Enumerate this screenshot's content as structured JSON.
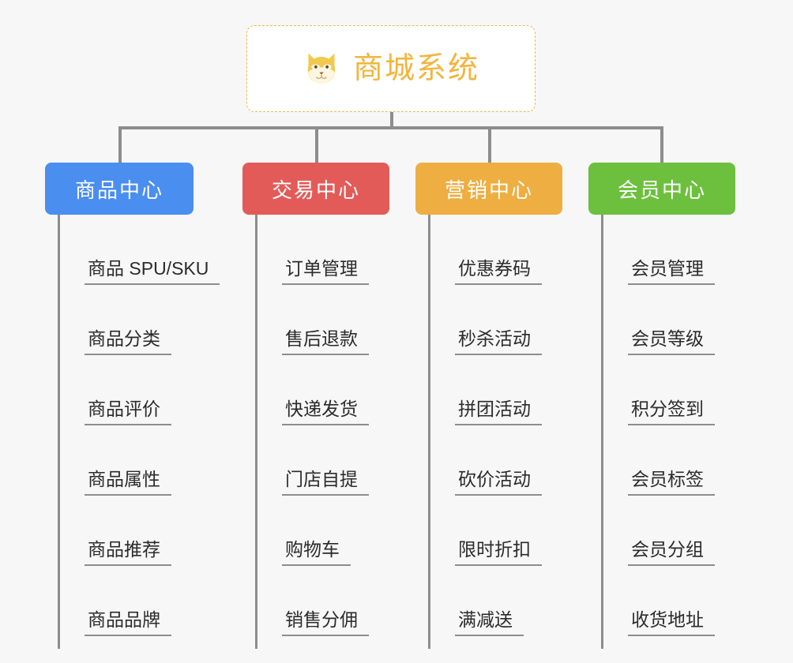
{
  "diagram": {
    "title": "商城系统",
    "root": {
      "label": "商城系统",
      "icon": "shiba-dog-icon",
      "text_color": "#f2b53c",
      "border_color": "#f0b84a",
      "background": "#ffffff"
    },
    "background_color": "#f7f7f7",
    "connector_color": "#8d8d8d",
    "branches": [
      {
        "label": "商品中心",
        "color": "#4a8ef0",
        "items": [
          {
            "label": "商品 SPU/SKU"
          },
          {
            "label": "商品分类"
          },
          {
            "label": "商品评价"
          },
          {
            "label": "商品属性"
          },
          {
            "label": "商品推荐"
          },
          {
            "label": "商品品牌"
          }
        ]
      },
      {
        "label": "交易中心",
        "color": "#e35b58",
        "items": [
          {
            "label": "订单管理"
          },
          {
            "label": "售后退款"
          },
          {
            "label": "快递发货"
          },
          {
            "label": "门店自提"
          },
          {
            "label": "购物车"
          },
          {
            "label": "销售分佣"
          }
        ]
      },
      {
        "label": "营销中心",
        "color": "#eeae42",
        "items": [
          {
            "label": "优惠券码"
          },
          {
            "label": "秒杀活动"
          },
          {
            "label": "拼团活动"
          },
          {
            "label": "砍价活动"
          },
          {
            "label": "限时折扣"
          },
          {
            "label": "满减送"
          }
        ]
      },
      {
        "label": "会员中心",
        "color": "#6dc03e",
        "items": [
          {
            "label": "会员管理"
          },
          {
            "label": "会员等级"
          },
          {
            "label": "积分签到"
          },
          {
            "label": "会员标签"
          },
          {
            "label": "会员分组"
          },
          {
            "label": "收货地址"
          }
        ]
      }
    ]
  }
}
